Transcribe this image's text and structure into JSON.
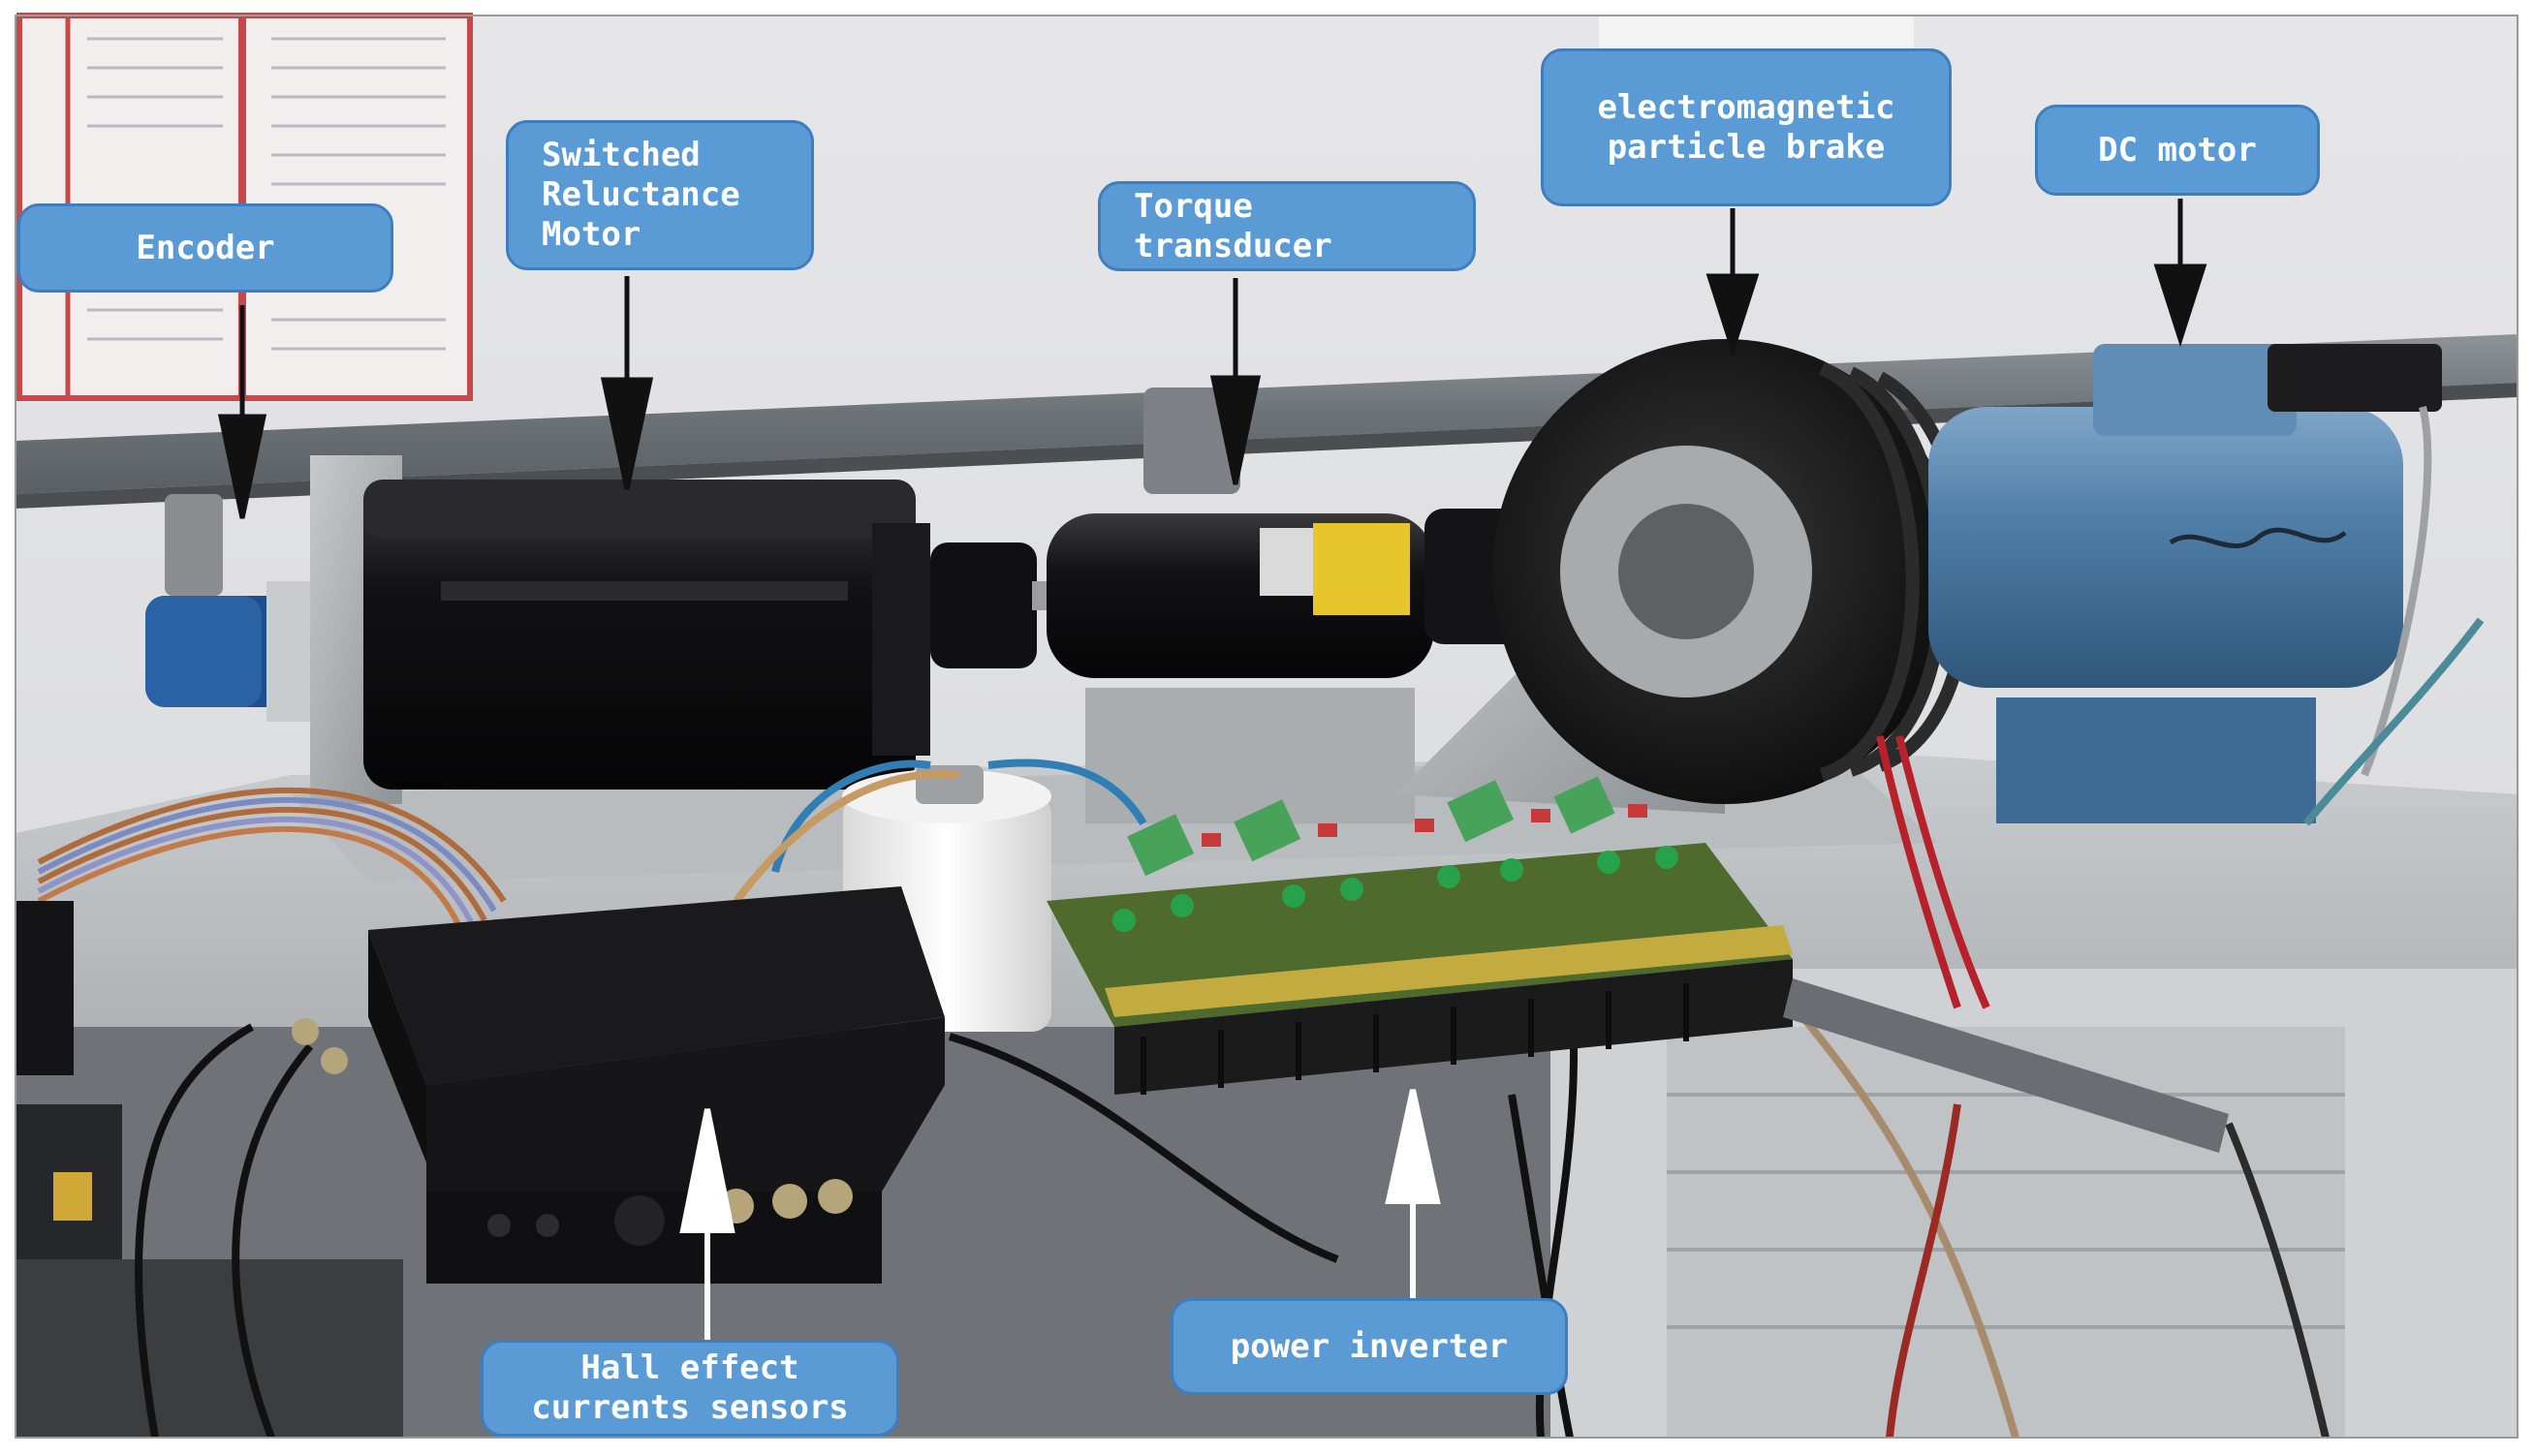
{
  "labels": {
    "encoder": "Encoder",
    "srm": "Switched\nReluctance\nMotor",
    "torque": "Torque\ntransducer",
    "brake": "electromagnetic\nparticle brake",
    "dc_motor": "DC motor",
    "hall": "Hall effect\ncurrents sensors",
    "inverter": "power inverter"
  },
  "colors": {
    "label_fill": "#5b9bd5",
    "label_border": "#3e7dbf",
    "arrow_down": "#111111",
    "arrow_up": "#ffffff"
  }
}
